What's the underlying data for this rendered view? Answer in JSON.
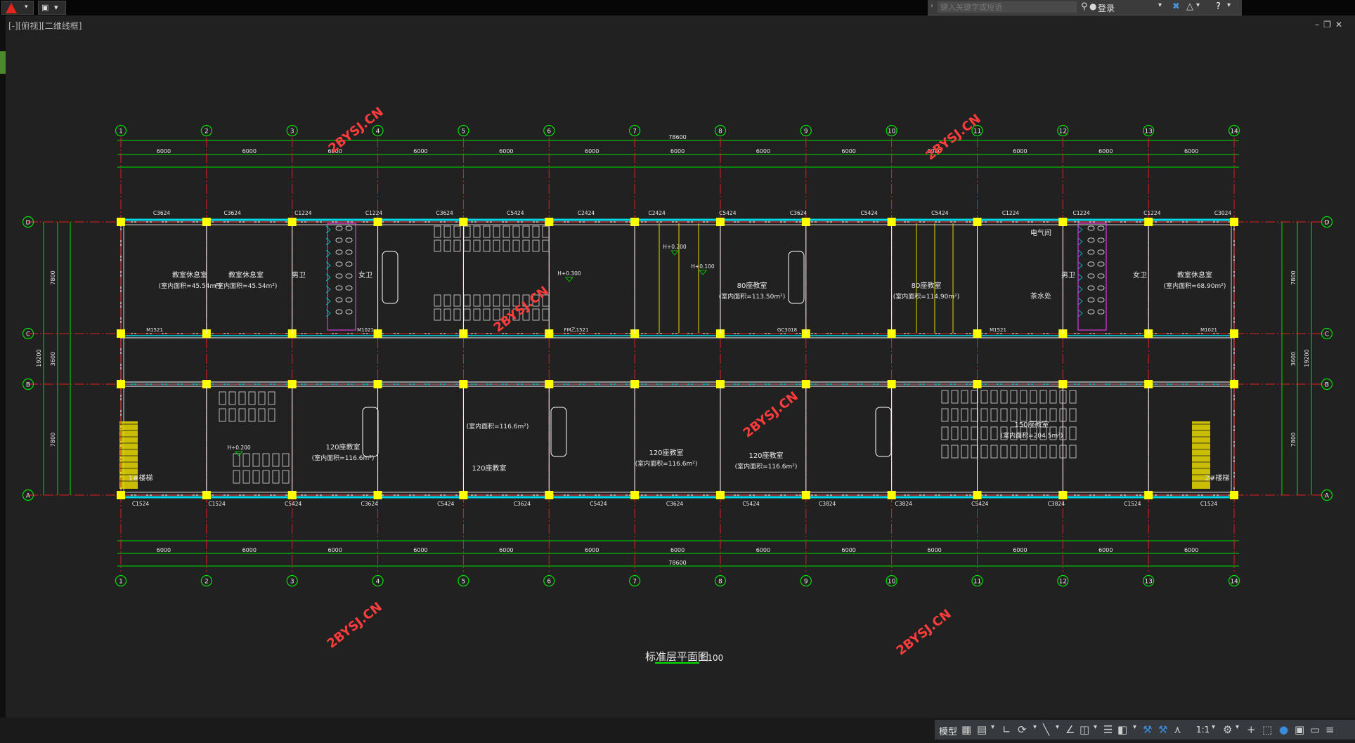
{
  "titlebar": {
    "search_placeholder": "键入关键字或短语",
    "login_label": "登录"
  },
  "viewport_label": "[-][俯视][二维线框]",
  "window_controls": [
    "–",
    "❐",
    "✕"
  ],
  "drawing": {
    "title": "标准层平面图",
    "scale": "1:100",
    "watermark": "2BYSJ.CN",
    "total_length": "78600",
    "total_width": "19200",
    "grid_numbers": [
      "1",
      "2",
      "3",
      "4",
      "5",
      "6",
      "7",
      "8",
      "9",
      "10",
      "11",
      "12",
      "13",
      "14"
    ],
    "grid_letters": [
      "D",
      "C",
      "B",
      "A"
    ],
    "bay_dims": [
      "6000",
      "6000",
      "6000",
      "6000",
      "6000",
      "6000",
      "6000",
      "6000",
      "6000",
      "6000",
      "6000",
      "6000",
      "6000"
    ],
    "depth_dims": [
      "7800",
      "3600",
      "7800"
    ],
    "top_windows": [
      "C3624",
      "C3624",
      "C1224",
      "C1224",
      "C3624",
      "C5424",
      "C2424",
      "C2424",
      "C5424",
      "C3624",
      "C5424",
      "C5424",
      "C1224",
      "C1224",
      "C1224",
      "C3024"
    ],
    "bottom_windows": [
      "C1524",
      "C1524",
      "C5424",
      "C3624",
      "C5424",
      "C3624",
      "C5424",
      "C3624",
      "C5424",
      "C3824",
      "C3824",
      "C5424",
      "C3824",
      "C1524",
      "C1524"
    ],
    "doors": [
      "M1521",
      "M1021",
      "FM乙1521",
      "GC3018",
      "M1521",
      "M1021"
    ],
    "rooms_north": [
      {
        "name": "教室休息室",
        "area": "(室内面积=45.54m²)"
      },
      {
        "name": "教室休息室",
        "area": "(室内面积=45.54m²)"
      },
      {
        "name": "男卫",
        "area": ""
      },
      {
        "name": "女卫",
        "area": ""
      },
      {
        "name": "80座教室",
        "area": "(室内面积=113.50m²)"
      },
      {
        "name": "80座教室",
        "area": "(室内面积=114.90m²)"
      },
      {
        "name": "电气间",
        "area": ""
      },
      {
        "name": "茶水处",
        "area": ""
      },
      {
        "name": "男卫",
        "area": ""
      },
      {
        "name": "女卫",
        "area": ""
      },
      {
        "name": "教室休息室",
        "area": "(室内面积=68.90m²)"
      }
    ],
    "rooms_south": [
      {
        "name": "1#楼梯",
        "area": ""
      },
      {
        "name": "120座教室",
        "area": "(室内面积=116.6m²)"
      },
      {
        "name": "120座教室",
        "area": "(室内面积=116.6m²)"
      },
      {
        "name": "120座教室",
        "area": "(室内面积=116.6m²)"
      },
      {
        "name": "120座教室",
        "area": "(室内面积=116.6m²)"
      },
      {
        "name": "150座教室",
        "area": "(室内面积=204.5m²)"
      },
      {
        "name": "2#楼梯",
        "area": ""
      }
    ],
    "levels": [
      "H+0.300",
      "H+0.200",
      "H+0.100",
      "H+0.200"
    ]
  },
  "statusbar": {
    "model_tab": "模型",
    "scale": "1:1"
  }
}
